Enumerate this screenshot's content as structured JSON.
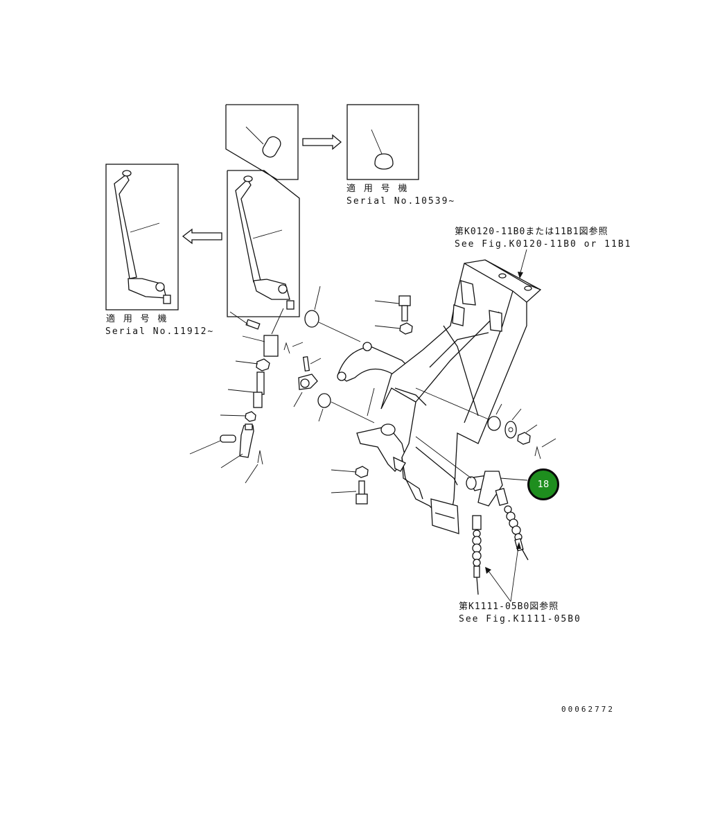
{
  "inset_top_right": {
    "label_jp": "適 用 号 機",
    "label_en": "Serial No.10539~"
  },
  "inset_left": {
    "label_jp": "適 用 号 機",
    "label_en": "Serial No.11912~"
  },
  "ref_top": {
    "line_jp": "第K0120-11B0または11B1図参照",
    "line_en": "See Fig.K0120-11B0 or 11B1"
  },
  "ref_bottom": {
    "line_jp": "第K1111-05B0図参照",
    "line_en": "See Fig.K1111-05B0"
  },
  "callout": {
    "number": "18",
    "color": "#1e8e1e"
  },
  "drawing_number": "00062772"
}
